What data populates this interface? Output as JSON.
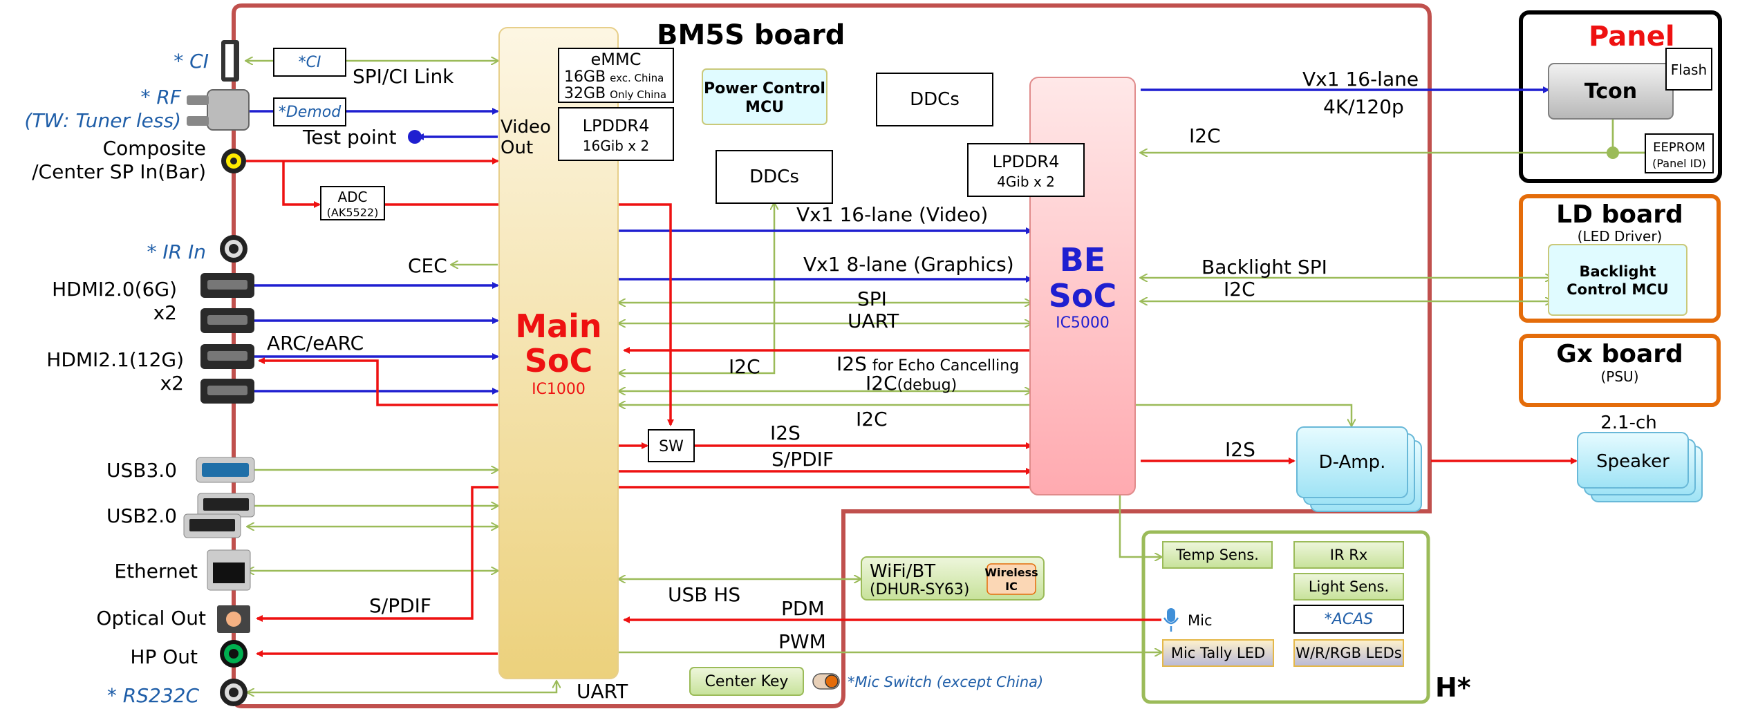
{
  "board_title": "BM5S board",
  "hstar": "H*",
  "colors": {
    "board_border": "#c0504d",
    "blue": "#1f1fd0",
    "green": "#9bbb59",
    "red": "#ee1111",
    "orange": "#e46c0a",
    "label_blue": "#1f5ea8"
  },
  "left_ports": {
    "ci": "* CI",
    "rf": "* RF",
    "rf_note": "(TW: Tuner less)",
    "composite1": "Composite",
    "composite2": "/Center SP In(Bar)",
    "ir": "* IR In",
    "hdmi20": "HDMI2.0(6G)",
    "hdmi20_x": "x2",
    "hdmi21": "HDMI2.1(12G)",
    "hdmi21_x": "x2",
    "usb3": "USB3.0",
    "usb2": "USB2.0",
    "ethernet": "Ethernet",
    "optical": "Optical Out",
    "hp": "HP Out",
    "rs232c": "* RS232C"
  },
  "blocks": {
    "ci_box": "*CI",
    "demod_box": "*Demod",
    "adc_box": "ADC",
    "adc_part": "(AK5522)",
    "emmc_title": "eMMC",
    "emmc_l1a": "16GB",
    "emmc_l1b": "exc. China",
    "emmc_l2a": "32GB",
    "emmc_l2b": "Only China",
    "lpddr4_main": "LPDDR4",
    "lpddr4_main_size": "16Gib x 2",
    "power_mcu1": "Power Control",
    "power_mcu2": "MCU",
    "ddcs_top": "DDCs",
    "ddcs_mid": "DDCs",
    "lpddr4_be": "LPDDR4",
    "lpddr4_be_size": "4Gib x 2",
    "main_soc1": "Main",
    "main_soc2": "SoC",
    "main_ic": "IC1000",
    "be_soc1": "BE",
    "be_soc2": "SoC",
    "be_ic": "IC5000",
    "sw": "SW",
    "damp": "D-Amp.",
    "speaker": "Speaker",
    "speaker_ch": "2.1-ch",
    "wifi": "WiFi/BT",
    "wifi_part": "(DHUR-SY63)",
    "wireless1": "Wireless",
    "wireless2": "IC",
    "center_key": "Center Key",
    "mic_switch": "*Mic Switch (except China)",
    "temp": "Temp Sens.",
    "irrx": "IR Rx",
    "light": "Light Sens.",
    "mic": "Mic",
    "acas": "*ACAS",
    "mic_led": "Mic Tally LED",
    "leds": "W/R/RGB LEDs"
  },
  "panels": {
    "panel_title": "Panel",
    "tcon": "Tcon",
    "flash": "Flash",
    "eeprom": "EEPROM",
    "eeprom_note": "(Panel ID)",
    "ld_title": "LD board",
    "ld_sub": "(LED Driver)",
    "backlight1": "Backlight",
    "backlight2": "Control MCU",
    "gx_title": "Gx board",
    "gx_sub": "(PSU)"
  },
  "signals": {
    "spi_ci": "SPI/CI Link",
    "video_out1": "Video",
    "video_out2": "Out",
    "test_point": "Test point",
    "cec": "CEC",
    "arc": "ARC/eARC",
    "vx1_video": "Vx1 16-lane (Video)",
    "vx1_graphics": "Vx1 8-lane (Graphics)",
    "spi": "SPI",
    "uart": "UART",
    "i2c_main": "I2C",
    "i2s_echo_a": "I2S",
    "i2s_echo_b": "for Echo Cancelling",
    "i2c_debug_a": "I2C",
    "i2c_debug_b": "(debug)",
    "i2c_amp": "I2C",
    "i2s_sw": "I2S",
    "spdif_sw": "S/PDIF",
    "i2s_amp": "I2S",
    "vx1_panel1": "Vx1 16-lane",
    "vx1_panel2": "4K/120p",
    "i2c_panel": "I2C",
    "backlight_spi": "Backlight SPI",
    "i2c_ld": "I2C",
    "spdif_opt": "S/PDIF",
    "usb_hs": "USB HS",
    "pdm": "PDM",
    "pwm": "PWM",
    "uart_bottom": "UART"
  }
}
